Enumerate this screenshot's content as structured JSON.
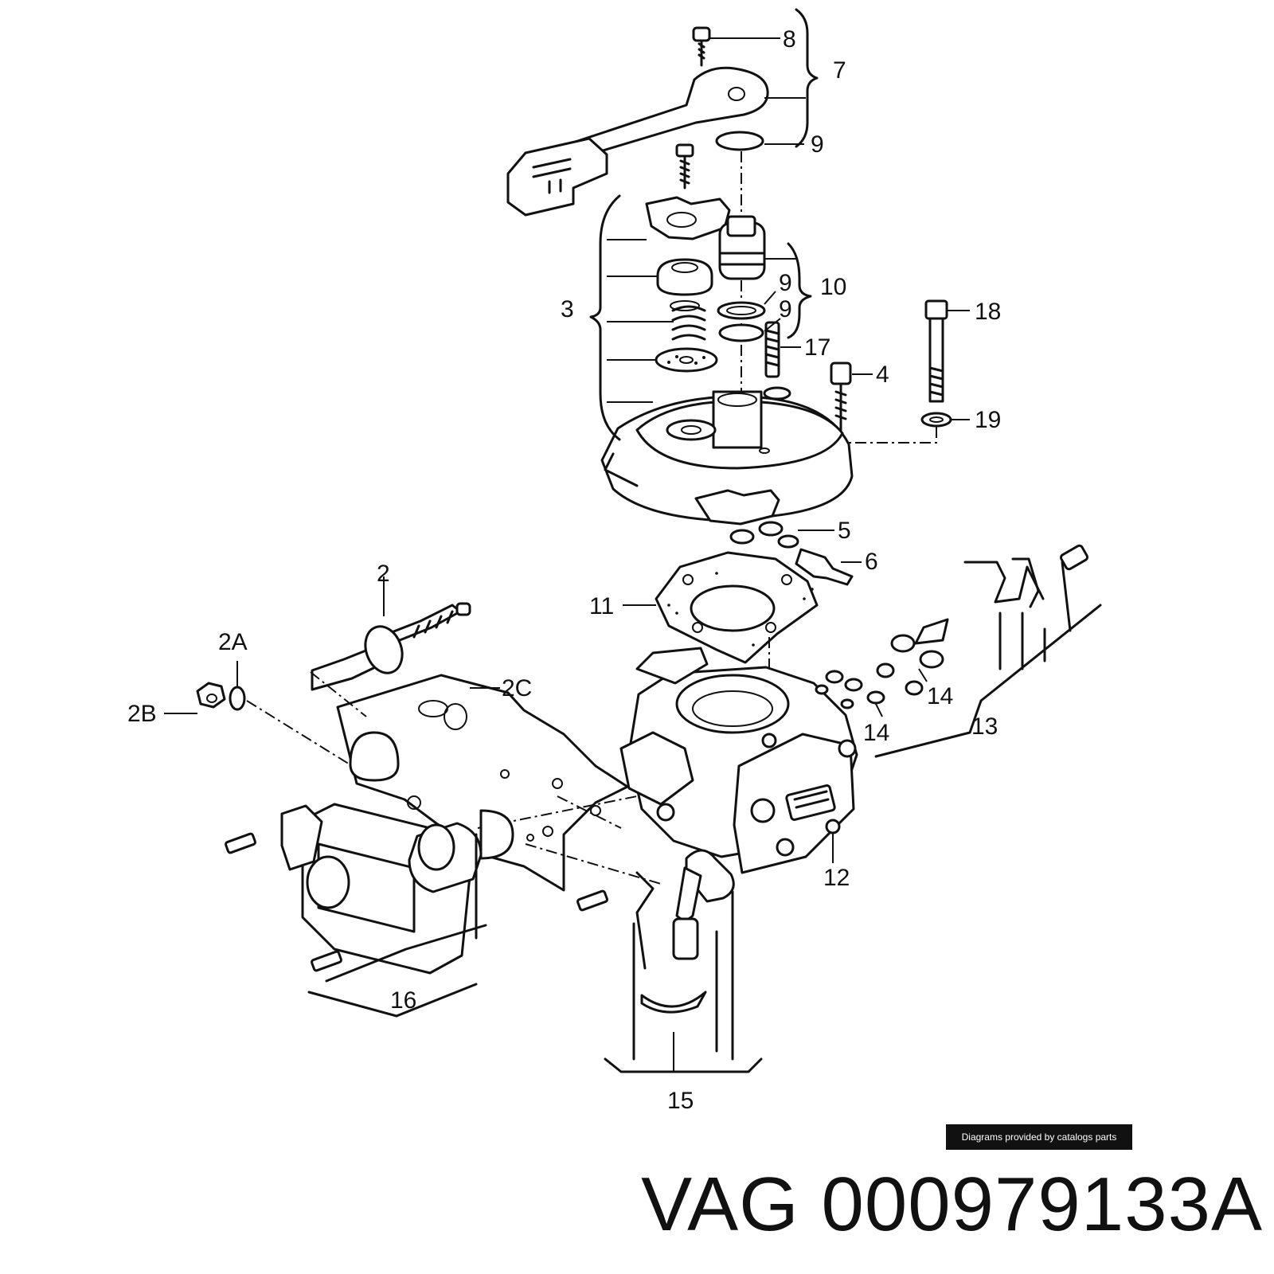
{
  "callouts": {
    "c8": "8",
    "c7": "7",
    "c9a": "9",
    "c3": "3",
    "c10": "10",
    "c9b": "9",
    "c9c": "9",
    "c17": "17",
    "c18": "18",
    "c4": "4",
    "c19": "19",
    "c5": "5",
    "c6": "6",
    "c2": "2",
    "c11": "11",
    "c2A": "2A",
    "c2C": "2C",
    "c2B": "2B",
    "c14a": "14",
    "c14b": "14",
    "c13": "13",
    "c12": "12",
    "c16": "16",
    "c15": "15"
  },
  "banner": "Diagrams provided by catalogs parts",
  "part_title": "VAG 000979133A"
}
